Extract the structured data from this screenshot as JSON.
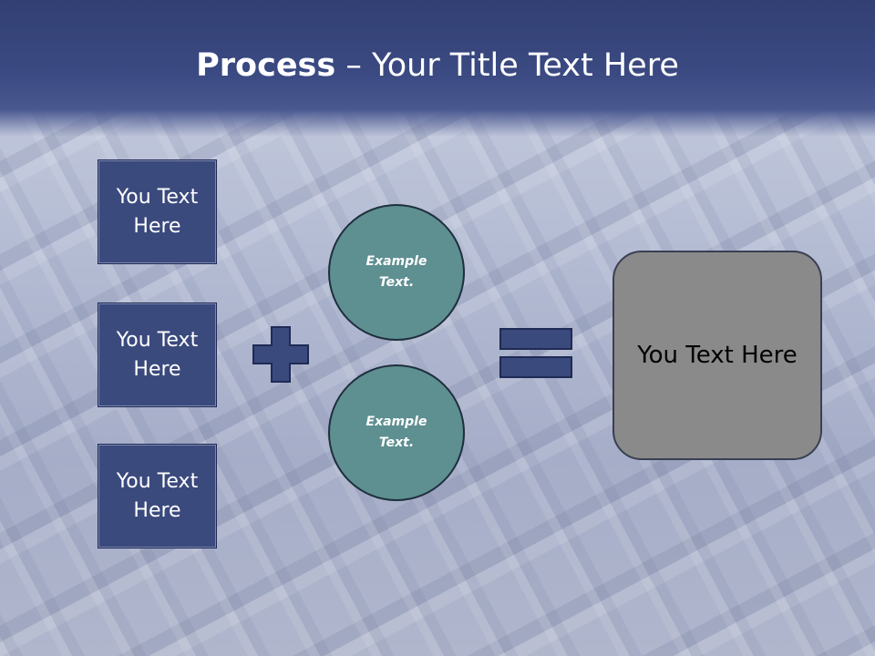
{
  "slide": {
    "title_bold": "Process",
    "title_rest": " – Your Title Text Here",
    "left_boxes": [
      {
        "label": "You Text Here"
      },
      {
        "label": "You Text Here"
      },
      {
        "label": "You Text Here"
      }
    ],
    "circles": [
      {
        "label": "Example Text."
      },
      {
        "label": "Example Text."
      }
    ],
    "result_label": "You Text Here",
    "plus_symbol": "plus-icon",
    "equals_symbol": "equals-icon",
    "colors": {
      "header": "#3b4a82",
      "box": "#3b4a7d",
      "circle": "#5e8f91",
      "result": "#8a8a8a",
      "symbol": "#3b4a7d"
    }
  }
}
